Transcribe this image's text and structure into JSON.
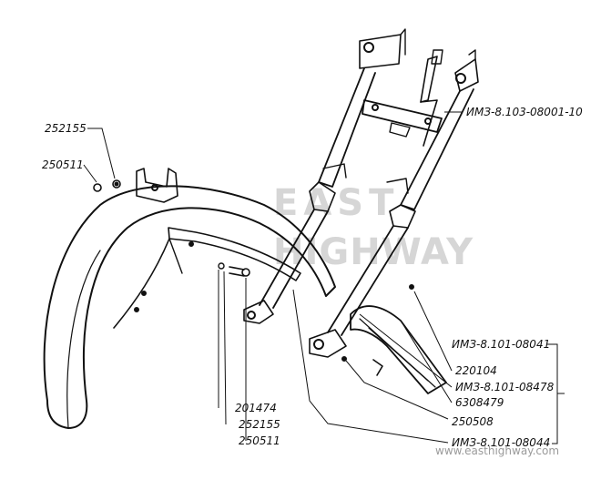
{
  "callouts": {
    "top_nut_pair": "252155",
    "top_washer_pair": "250511",
    "fork_assembly": "ИМЗ-8.103-08001-10",
    "group_bracket": "ИМЗ-8.101-08041",
    "part_220104": "220104",
    "part_08478": "ИМЗ-8.101-08478",
    "part_6308479": "6308479",
    "part_250508": "250508",
    "part_08044": "ИМЗ-8.101-08044",
    "bolt_201474": "201474",
    "nut_252155": "252155",
    "washer_250511": "250511"
  },
  "watermark": {
    "line1": "EAST",
    "line2": "HIGHWAY",
    "url": "www.easthighway.com"
  }
}
